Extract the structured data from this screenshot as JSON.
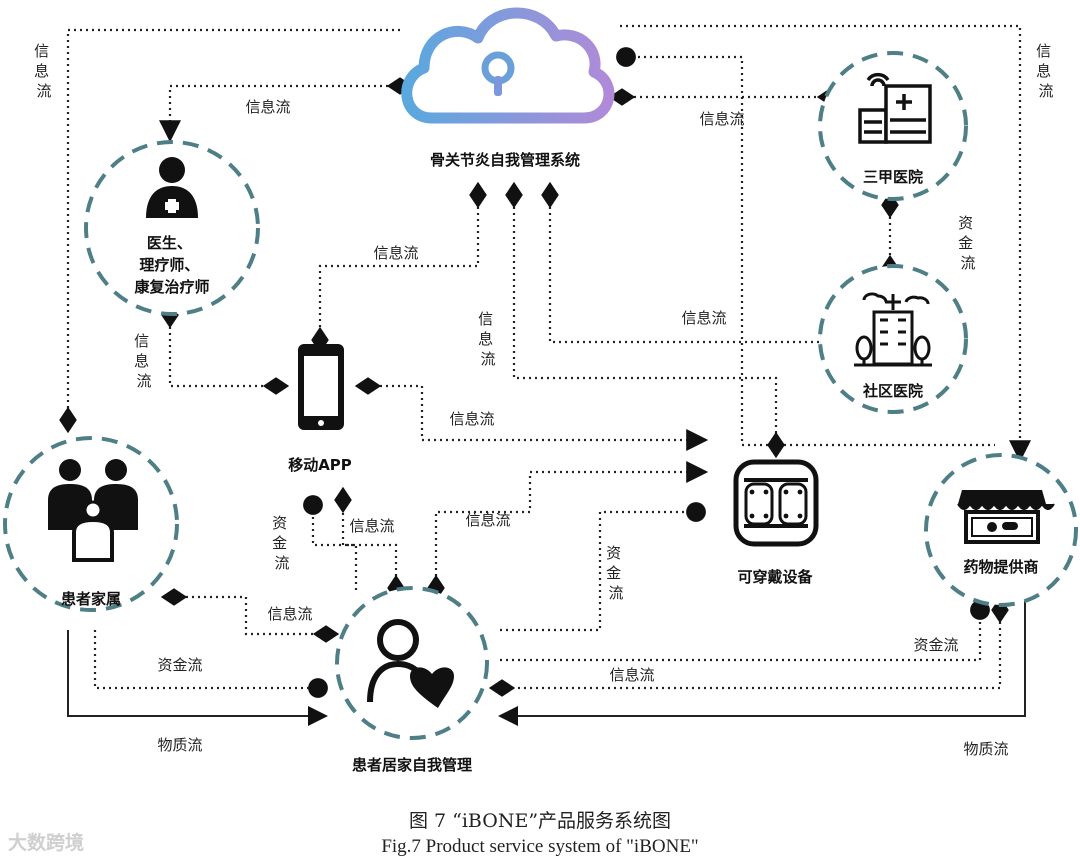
{
  "nodes": {
    "system": "骨关节炎自我管理系统",
    "doctors": [
      "医生、",
      "理疗师、",
      "康复治疗师"
    ],
    "app": "移动APP",
    "tertiary_hospital": "三甲医院",
    "community_hospital": "社区医院",
    "family": "患者家属",
    "wearable": "可穿戴设备",
    "pharma": "药物提供商",
    "patient": "患者居家自我管理"
  },
  "flows": {
    "info": "信息流",
    "info_v": [
      "信",
      "息",
      "流"
    ],
    "fund": "资金流",
    "fund_v": [
      "资",
      "金",
      "流"
    ],
    "material": "物质流"
  },
  "caption": {
    "cn": "图 7 “iBONE”产品服务系统图",
    "en": "Fig.7 Product service system of \"iBONE\""
  },
  "watermark": "大数跨境",
  "colors": {
    "ring": "#4f7f86",
    "cloud_start": "#5aa8de",
    "cloud_end": "#b08ad8"
  }
}
